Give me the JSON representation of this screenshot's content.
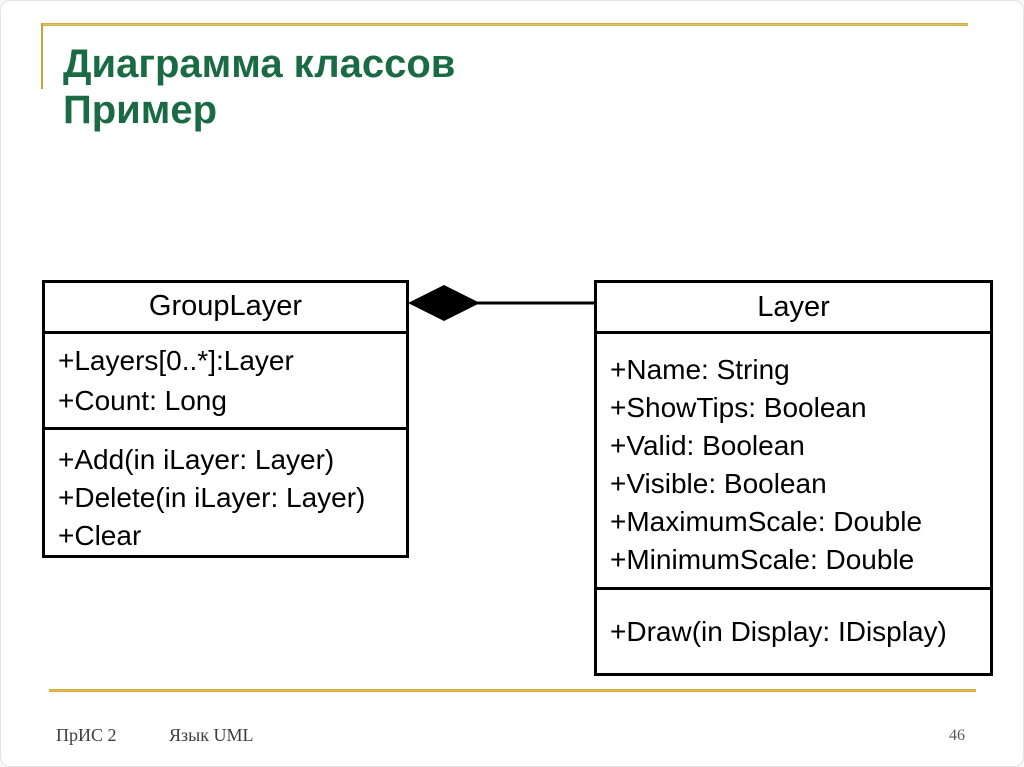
{
  "slide": {
    "title_line1": "Диаграмма классов",
    "title_line2": "Пример",
    "footer": {
      "course": "ПрИС 2",
      "topic": "Язык UML",
      "page_number": "46"
    },
    "colors": {
      "title_green": "#1A6B44",
      "accent_gold": "#C9A137",
      "box_border": "#000000",
      "footer_text": "#3D3D3D",
      "page_number": "#595959"
    }
  },
  "diagram": {
    "classes": [
      {
        "name": "GroupLayer",
        "attributes": [
          "+Layers[0..*]:Layer",
          "+Count: Long"
        ],
        "methods": [
          "+Add(in iLayer: Layer)",
          "+Delete(in iLayer: Layer)",
          "+Clear"
        ]
      },
      {
        "name": "Layer",
        "attributes": [
          "+Name: String",
          "+ShowTips: Boolean",
          "+Valid: Boolean",
          "+Visible: Boolean",
          "+MaximumScale: Double",
          "+MinimumScale: Double"
        ],
        "methods": [
          "+Draw(in Display: IDisplay)"
        ]
      }
    ],
    "relationship": {
      "type": "composition",
      "from": "GroupLayer",
      "to": "Layer"
    }
  }
}
